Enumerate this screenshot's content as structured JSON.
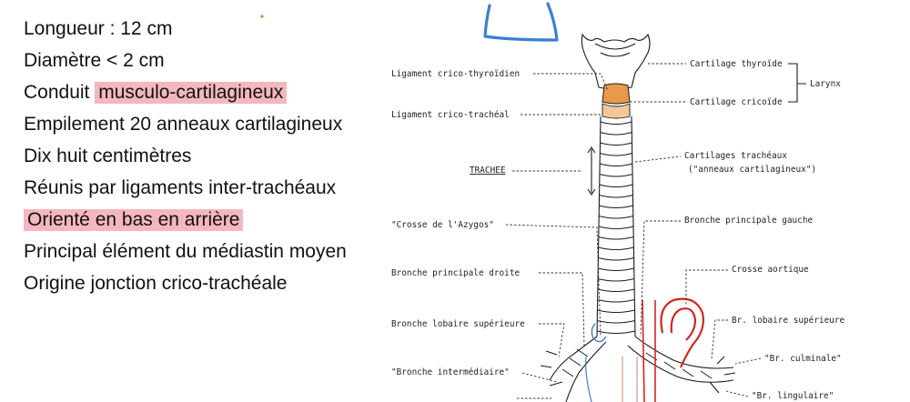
{
  "notes": [
    {
      "text": "Longueur : 12 cm",
      "highlight": ""
    },
    {
      "text": "Diamètre < 2 cm",
      "highlight": ""
    },
    {
      "prefix": "Conduit ",
      "highlight": "musculo-cartilagineux"
    },
    {
      "text": "Empilement 20 anneaux cartilagineux",
      "highlight": ""
    },
    {
      "text": "Dix huit centimètres",
      "highlight": ""
    },
    {
      "text": "Réunis par ligaments inter-trachéaux",
      "highlight": ""
    },
    {
      "prefix": "",
      "highlight": "Orienté en bas en arrière"
    },
    {
      "text": "Principal élément du médiastin moyen",
      "highlight": ""
    },
    {
      "text": "Origine jonction crico-trachéale",
      "highlight": ""
    }
  ],
  "diagram_labels": {
    "lig_crico_thyroidien": "Ligament crico-thyroïdien",
    "lig_crico_tracheal": "Ligament crico-trachéal",
    "trachee": "TRACHEE",
    "crosse_azygos": "\"Crosse de l'Azygos\"",
    "bronche_principale_droite": "Bronche principale droite",
    "bronche_lobaire_superieure": "Bronche lobaire supérieure",
    "bronche_intermediaire": "\"Bronche intermédiaire\"",
    "cartilage_thyroide": "Cartilage thyroïde",
    "cartilage_cricoide": "Cartilage cricoïde",
    "larynx": "Larynx",
    "cartilages_tracheaux": "Cartilages trachéaux",
    "anneaux_cartilagineux": "(\"anneaux cartilagineux\")",
    "bronche_principale_gauche": "Bronche principale gauche",
    "crosse_aortique": "Crosse aortique",
    "br_lobaire_superieure": "Br. lobaire supérieure",
    "br_culminale": "\"Br. culminale\"",
    "br_lingulaire": "\"Br. lingulaire\""
  },
  "colors": {
    "highlight": "#f4b7bf",
    "annotation_blue": "#3a7fd6",
    "aorta_red": "#d0281e",
    "cricoid_orange": "#e89a4a"
  }
}
